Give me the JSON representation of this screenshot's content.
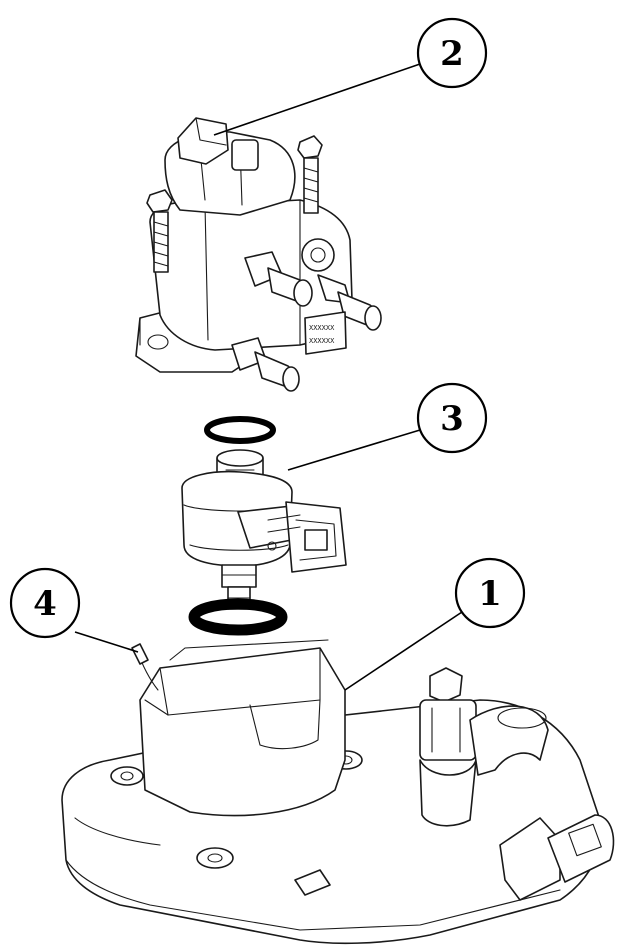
{
  "callouts": [
    {
      "number": "1"
    },
    {
      "number": "2"
    },
    {
      "number": "3"
    },
    {
      "number": "4"
    }
  ],
  "label_plate": {
    "line1": "XXXXXX",
    "line2": "XXXXXX"
  },
  "colors": {
    "ink": "#1a1a1a",
    "background": "#ffffff",
    "seal": "#000000"
  }
}
